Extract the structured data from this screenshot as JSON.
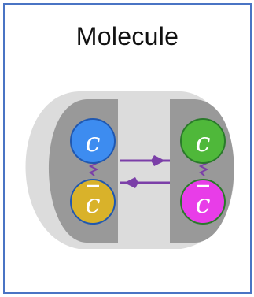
{
  "title": "Molecule",
  "left_quarks": [
    {
      "label": "c",
      "antiparticle": false,
      "color": "#3d8cf0",
      "stroke": "#2058b0"
    },
    {
      "label": "c",
      "antiparticle": true,
      "color": "#d9b22a",
      "stroke": "#2058b0"
    }
  ],
  "right_quarks": [
    {
      "label": "c",
      "antiparticle": false,
      "color": "#4fb83a",
      "stroke": "#2a7a2a"
    },
    {
      "label": "c",
      "antiparticle": true,
      "color": "#e83de8",
      "stroke": "#2a7a2a"
    }
  ],
  "colors": {
    "outer_blob": "#dcdcdc",
    "inner_hadron": "#999999",
    "arrow": "#7b3fa8",
    "spring": "#7b3fa8",
    "border": "#4a74c4"
  }
}
